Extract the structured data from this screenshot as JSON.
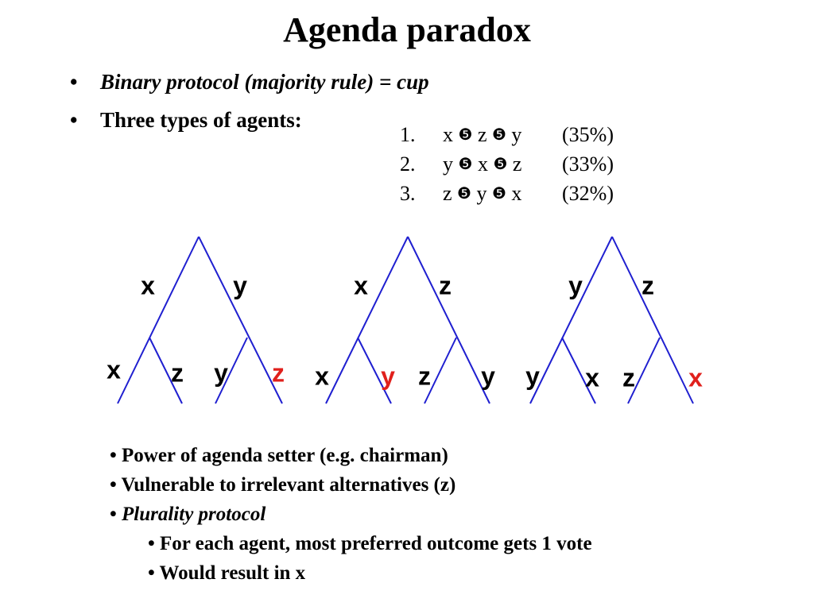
{
  "title": "Agenda paradox",
  "bullets": {
    "dot": "•",
    "first": "Binary protocol (majority rule) = cup",
    "second": "Three types of agents:"
  },
  "preferences": [
    {
      "num": "1.",
      "order": [
        "x",
        "z",
        "y"
      ],
      "share": "(35%)"
    },
    {
      "num": "2.",
      "order": [
        "y",
        "x",
        "z"
      ],
      "share": "(33%)"
    },
    {
      "num": "3.",
      "order": [
        "z",
        "y",
        "x"
      ],
      "share": "(32%)"
    }
  ],
  "pref_symbol": "❺",
  "trees": [
    {
      "top": [
        "x",
        "y"
      ],
      "leaves": [
        "x",
        "z",
        "y",
        "z"
      ],
      "winner_index": 3
    },
    {
      "top": [
        "x",
        "z"
      ],
      "leaves": [
        "x",
        "y",
        "z",
        "y"
      ],
      "winner_index": 1
    },
    {
      "top": [
        "y",
        "z"
      ],
      "leaves": [
        "y",
        "x",
        "z",
        "x"
      ],
      "winner_index": 3
    }
  ],
  "colors": {
    "line": "#1f1fd0",
    "winner": "#e0201c",
    "text": "#000000"
  },
  "notes": [
    {
      "text": "• Power of agenda setter (e.g. chairman)",
      "italic": false,
      "indent": false
    },
    {
      "text": "• Vulnerable to irrelevant alternatives (z)",
      "italic": false,
      "indent": false
    },
    {
      "text_prefix": "• ",
      "text": "Plurality protocol",
      "italic": true,
      "indent": false
    },
    {
      "text": "• For each agent, most preferred outcome gets 1 vote",
      "italic": false,
      "indent": true
    },
    {
      "text": "• Would result in x",
      "italic": false,
      "indent": true
    }
  ]
}
